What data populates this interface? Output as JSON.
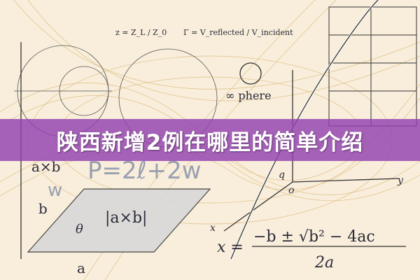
{
  "banner": {
    "title": "陕西新增2例在哪里的简单介绍",
    "color": "#9242b0"
  },
  "illustration": {
    "formulas": {
      "perimeter": "P=2ℓ+2w",
      "quadratic_lhs": "x =",
      "quadratic_num": "−b ± √b² − 4ac",
      "quadratic_den": "2a",
      "cross": "a×b",
      "cross_abs": "|a×b|",
      "theta": "θ",
      "side_a": "a",
      "side_b": "b",
      "w": "w",
      "z_formula": "z = Z_L / Z_0",
      "gamma": "Γ = V_reflected / V_incident",
      "sphere": "∞ phere",
      "axis_y": "y",
      "axis_x": "x",
      "origin": "o",
      "q": "q"
    }
  }
}
